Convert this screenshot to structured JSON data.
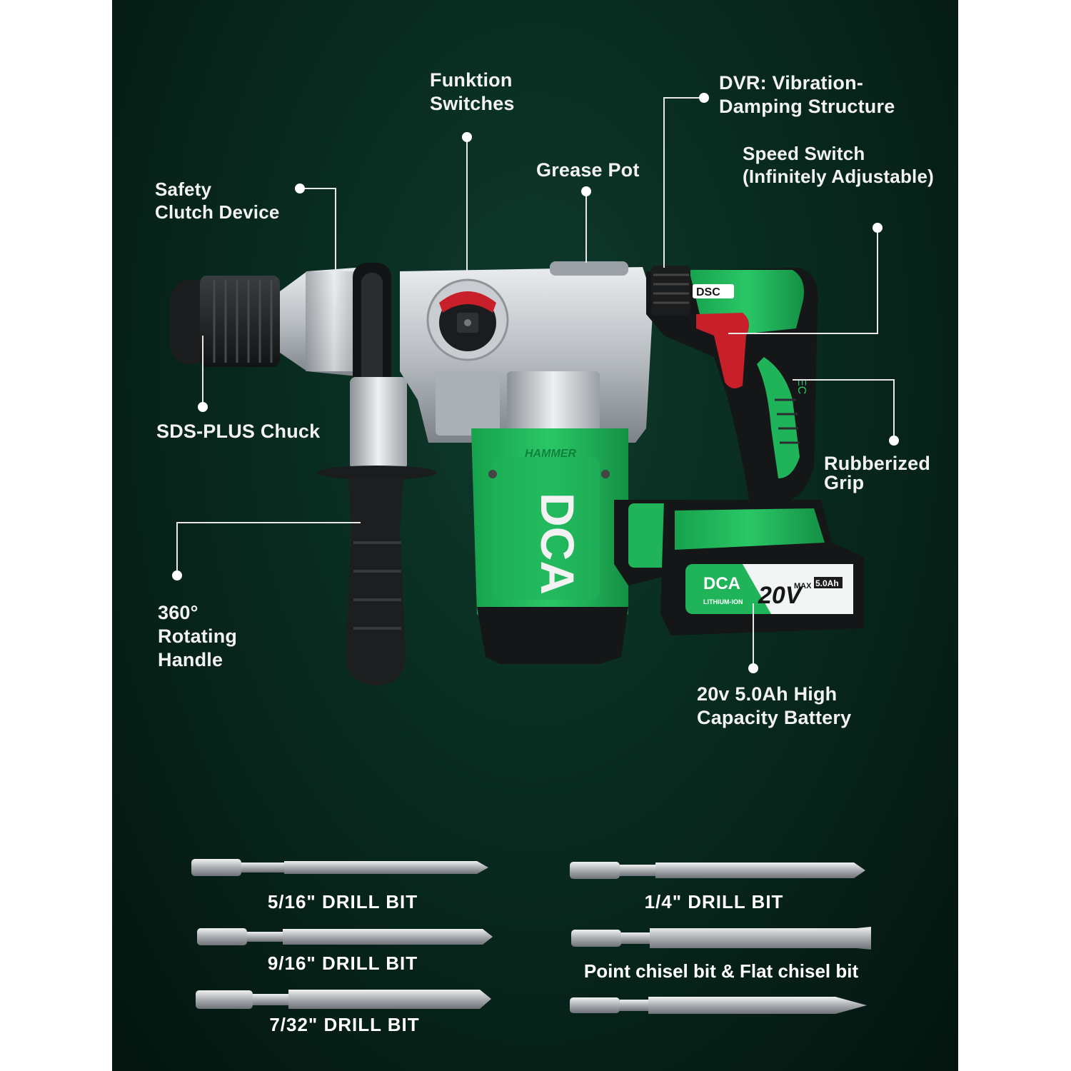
{
  "labels": {
    "funktion": [
      "Funktion",
      "Switches"
    ],
    "dvr": [
      "DVR: Vibration-",
      "Damping Structure"
    ],
    "speed": [
      "Speed Switch",
      "(Infinitely Adjustable)"
    ],
    "grease": [
      "Grease Pot"
    ],
    "safety": [
      "Safety",
      "Clutch Device"
    ],
    "chuck": [
      "SDS-PLUS Chuck"
    ],
    "grip": [
      "Rubberized",
      "Grip"
    ],
    "handle": [
      "360°",
      "Rotating",
      "Handle"
    ],
    "battery": [
      "20v 5.0Ah High",
      "Capacity Battery"
    ]
  },
  "tool": {
    "brand": "DCA",
    "side_text": "HAMMER",
    "trigger_badge": "DSC",
    "grip_text": "EC",
    "battery_brand": "DCA",
    "battery_voltage": "20V",
    "battery_max": "MAX",
    "battery_capacity": "5.0Ah",
    "battery_tech": "LITHIUM-ION"
  },
  "accessories": {
    "bit_5_16": "5/16\" DRILL BIT",
    "bit_9_16": "9/16\" DRILL BIT",
    "bit_7_32": "7/32\" DRILL BIT",
    "bit_1_4": "1/4\" DRILL BIT",
    "chisels": "Point chisel bit & Flat chisel bit"
  },
  "colors": {
    "background": "#082a1f",
    "accent_green": "#1fb35a",
    "trigger_red": "#c8202a",
    "body_silver": "#bfc3c7"
  }
}
